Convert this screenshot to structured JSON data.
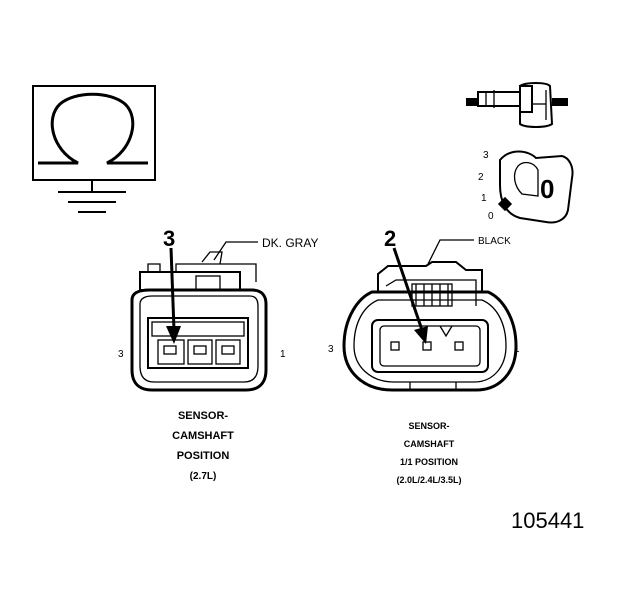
{
  "left_connector": {
    "wire_color": "DK. GRAY",
    "callout_number": "3",
    "pin_left": "3",
    "pin_right": "1",
    "caption": [
      "SENSOR-",
      "CAMSHAFT",
      "POSITION",
      "(2.7L)"
    ]
  },
  "right_connector": {
    "wire_color": "BLACK",
    "callout_number": "2",
    "pin_left": "3",
    "pin_right": "1",
    "caption": [
      "SENSOR-",
      "CAMSHAFT",
      "1/1 POSITION",
      "(2.0L/2.4L/3.5L)"
    ]
  },
  "locator": {
    "numbers": [
      "3",
      "2",
      "1",
      "0"
    ],
    "key_label": "0"
  },
  "figure_number": "105441",
  "icons": {
    "ground_symbol": "omega-ground-icon",
    "connector_view": "connector-side-view-icon",
    "key_locator": "cavity-key-locator-icon"
  }
}
